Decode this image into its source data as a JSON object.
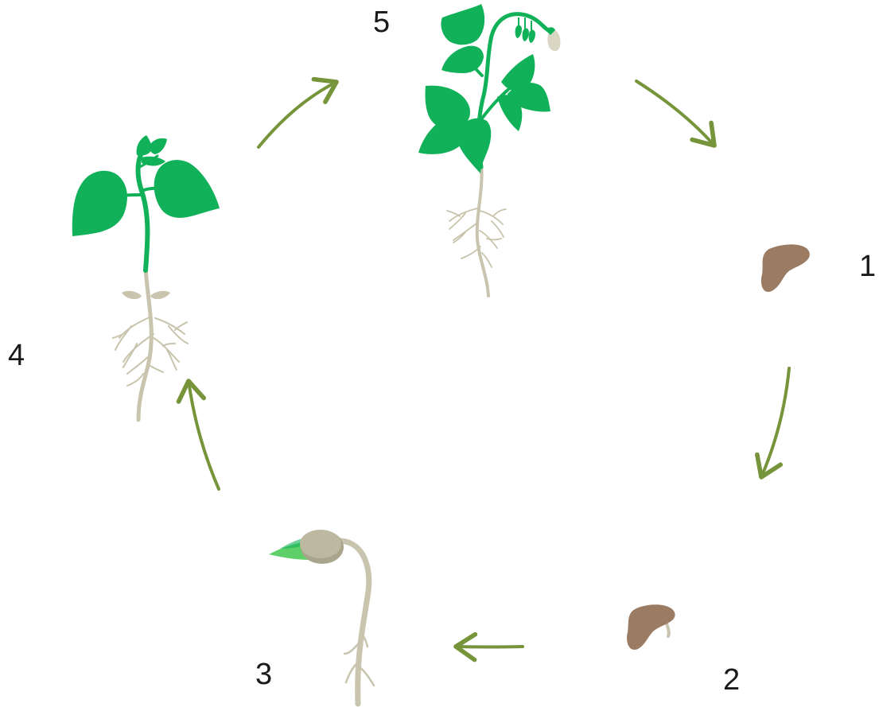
{
  "stages": [
    {
      "id": "seed",
      "label": "1"
    },
    {
      "id": "germinating-seed",
      "label": "2"
    },
    {
      "id": "seedling",
      "label": "3"
    },
    {
      "id": "young-plant",
      "label": "4"
    },
    {
      "id": "flowering-plant",
      "label": "5"
    }
  ],
  "colors": {
    "arrow": "#76943a",
    "leaf": "#10b158",
    "leaf_light": "#5fcf6a",
    "seed": "#9b7b62",
    "root": "#c8c4ad",
    "cotyledon": "#bdb8a0",
    "flower": "#d9d6c4"
  }
}
